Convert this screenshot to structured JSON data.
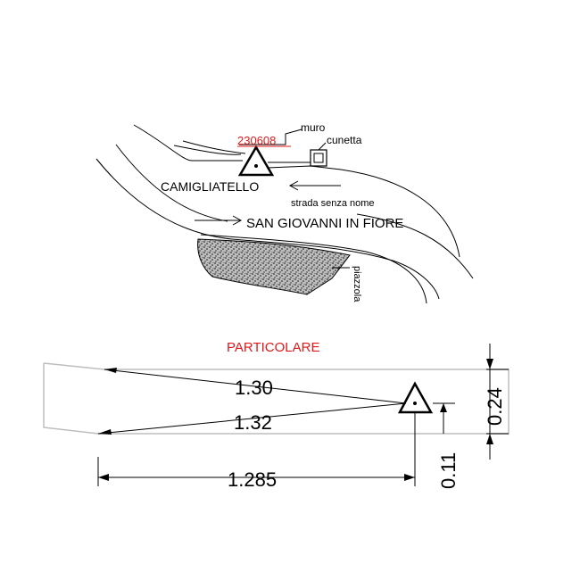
{
  "sketch": {
    "benchmark_id": "230608",
    "label_wall": "muro",
    "label_ditch": "cunetta",
    "direction_north": "CAMIGLIATELLO",
    "road_name": "strada senza nome",
    "direction_south": "SAN GIOVANNI IN FIORE",
    "label_layby": "piazzola"
  },
  "detail": {
    "title": "PARTICOLARE",
    "dist_upper": "1.30",
    "dist_lower": "1.32",
    "dist_horizontal": "1.285",
    "dim_height_total": "0.24",
    "dim_height_mark": "0.11"
  },
  "colors": {
    "accent_red": "#e0191b",
    "ink": "#000000",
    "section_line": "#bdbdbd"
  }
}
